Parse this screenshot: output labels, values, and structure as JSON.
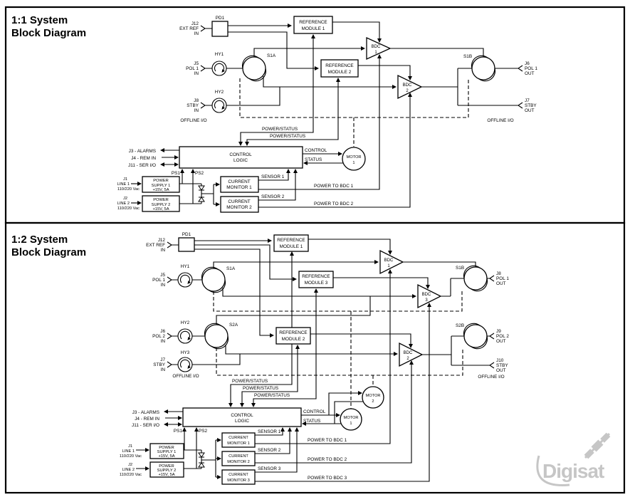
{
  "colors": {
    "ink": "#000000",
    "watermark": "#c6c6c6"
  },
  "watermark": {
    "name": "Digisat"
  },
  "p1": {
    "title": [
      "1:1 System",
      "Block Diagram"
    ],
    "pd1": "PD1",
    "j12": [
      "J12",
      "EXT REF",
      "IN"
    ],
    "ref1": [
      "REFERENCE",
      "MODULE 1"
    ],
    "ref2": [
      "REFERENCE",
      "MODULE 2"
    ],
    "bdc1": [
      "BDC",
      "1"
    ],
    "bdc2": [
      "BDC",
      "2"
    ],
    "hy1": "HY1",
    "hy2": "HY2",
    "s1a": "S1A",
    "s1b": "S1B",
    "j5": [
      "J5",
      "POL 1",
      "IN"
    ],
    "j8": [
      "J8",
      "STBY",
      "IN"
    ],
    "j6": [
      "J6",
      "POL 1",
      "OUT"
    ],
    "j7": [
      "J7",
      "STBY",
      "OUT"
    ],
    "offline_left": "OFFLINE I/O",
    "offline_right": "OFFLINE I/O",
    "power_status_1": "POWER/STATUS",
    "power_status_2": "POWER/STATUS",
    "control_logic": [
      "CONTROL",
      "LOGIC"
    ],
    "j3": "J3 - ALARMS",
    "j4": "J4 - REM IN",
    "j11": "J11 - SER I/O",
    "ps1": "PS1",
    "ps2": "PS2",
    "control": "CONTROL",
    "status": "STATUS",
    "motor1": [
      "MOTOR",
      "1"
    ],
    "supply1": [
      "POWER",
      "SUPPLY 1",
      "+15V, 5A"
    ],
    "supply2": [
      "POWER",
      "SUPPLY 2",
      "+15V, 5A"
    ],
    "j1": [
      "J1",
      "LINE 1",
      "110/220 Vac"
    ],
    "j2": [
      "J2",
      "LINE 2",
      "110/220 Vac"
    ],
    "cm1": [
      "CURRENT",
      "MONITOR 1"
    ],
    "cm2": [
      "CURRENT",
      "MONITOR 2"
    ],
    "sensor1": "SENSOR 1",
    "sensor2": "SENSOR 2",
    "pwr1": "POWER TO BDC 1",
    "pwr2": "POWER TO BDC 2"
  },
  "p2": {
    "title": [
      "1:2 System",
      "Block Diagram"
    ],
    "pd1": "PD1",
    "j12": [
      "J12",
      "EXT REF",
      "IN"
    ],
    "ref1": [
      "REFERENCE",
      "MODULE 1"
    ],
    "ref2": [
      "REFERENCE",
      "MODULE 2"
    ],
    "ref3": [
      "REFERENCE",
      "MODULE 3"
    ],
    "bdc1": [
      "BDC",
      "1"
    ],
    "bdc2": [
      "BDC",
      "2"
    ],
    "bdc3": [
      "BDC",
      "3"
    ],
    "hy1": "HY1",
    "hy2": "HY2",
    "hy3": "HY3",
    "s1a": "S1A",
    "s1b": "S1B",
    "s2a": "S2A",
    "s2b": "S2B",
    "j5": [
      "J5",
      "POL 1",
      "IN"
    ],
    "j6": [
      "J6",
      "POL 2",
      "IN"
    ],
    "j7": [
      "J7",
      "STBY",
      "IN"
    ],
    "j8": [
      "J8",
      "POL 1",
      "OUT"
    ],
    "j9": [
      "J9",
      "POL 2",
      "OUT"
    ],
    "j10": [
      "J10",
      "STBY",
      "OUT"
    ],
    "offline_left": "OFFLINE I/O",
    "offline_right": "OFFLINE I/O",
    "power_status_1": "POWER/STATUS",
    "power_status_2": "POWER/STATUS",
    "power_status_3": "POWER/STATUS",
    "control_logic": [
      "CONTROL",
      "LOGIC"
    ],
    "j3": "J3 - ALARMS",
    "j4": "J4 - REM IN",
    "j11": "J11 - SER I/O",
    "ps1": "PS1",
    "ps2": "PS2",
    "control": "CONTROL",
    "status": "STATUS",
    "motor1": [
      "MOTOR",
      "1"
    ],
    "motor2": [
      "MOTOR",
      "2"
    ],
    "supply1": [
      "POWER",
      "SUPPLY 1",
      "+15V, 5A"
    ],
    "supply2": [
      "POWER",
      "SUPPLY 2",
      "+15V, 5A"
    ],
    "j1": [
      "J1",
      "LINE 1",
      "110/220 Vac"
    ],
    "j2": [
      "J2",
      "LINE 2",
      "110/220 Vac"
    ],
    "cm1": [
      "CURRENT",
      "MONITOR 1"
    ],
    "cm2": [
      "CURRENT",
      "MONITOR 2"
    ],
    "cm3": [
      "CURRENT",
      "MONITOR 3"
    ],
    "sensor1": "SENSOR 1",
    "sensor2": "SENSOR 2",
    "sensor3": "SENSOR 3",
    "pwr1": "POWER TO BDC 1",
    "pwr2": "POWER TO BDC 2",
    "pwr3": "POWER TO BDC 3"
  }
}
